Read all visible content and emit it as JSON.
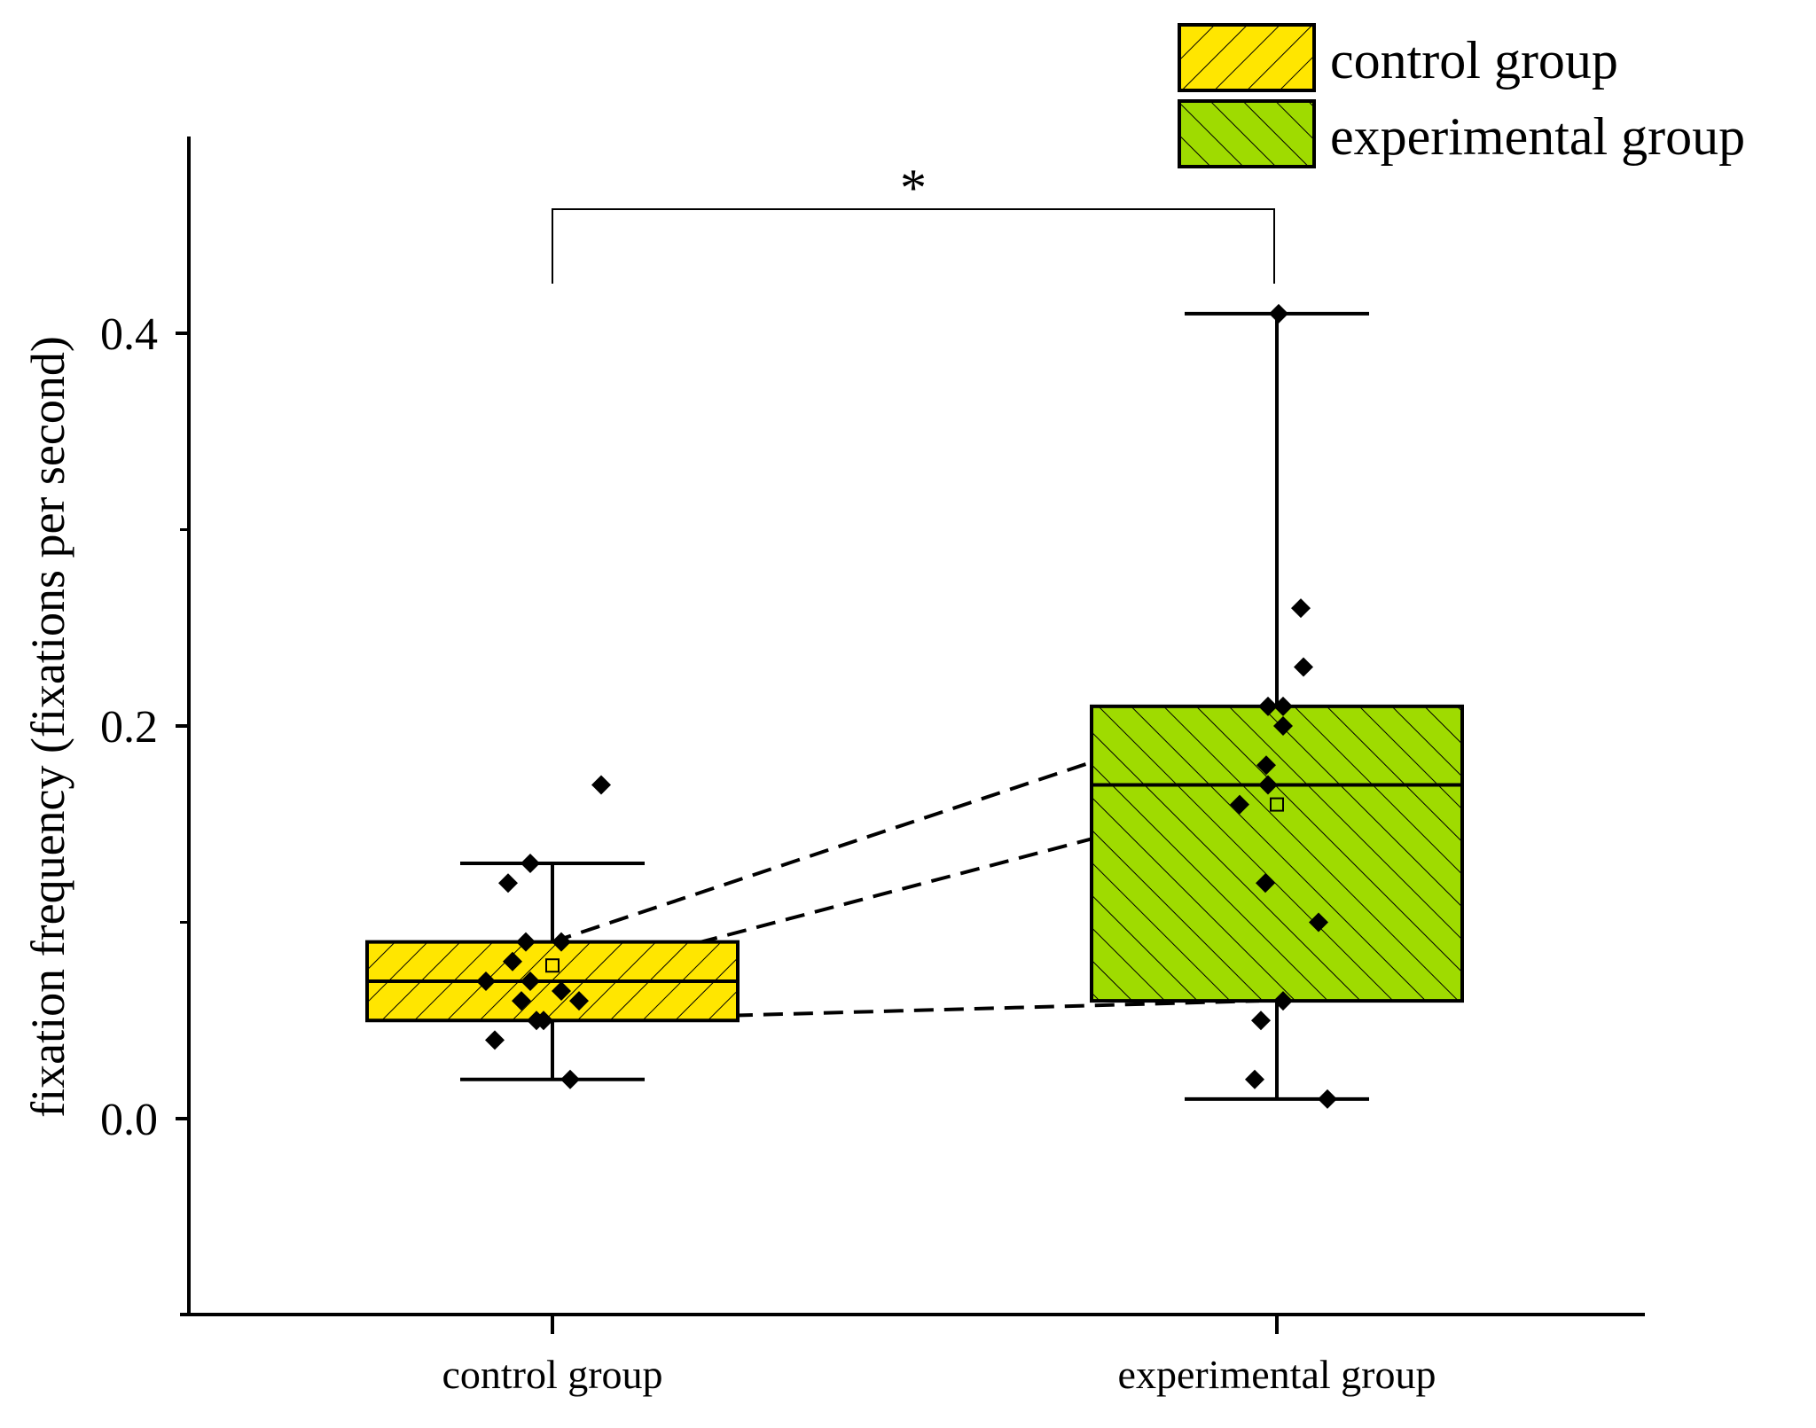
{
  "chart_data": {
    "type": "box",
    "ylabel": "fixation frequency (fixations per second)",
    "xlabel": "",
    "ylim": [
      -0.1,
      0.5
    ],
    "yticks": [
      "0.0",
      "0.2",
      "0.4"
    ],
    "ytick_values": [
      0.0,
      0.2,
      0.4
    ],
    "categories": [
      "control group",
      "experimental group"
    ],
    "legend": {
      "placement": "top-right",
      "entries": [
        "control group",
        "experimental group"
      ]
    },
    "significance": "*",
    "series": [
      {
        "name": "control group",
        "color": "#ffe600",
        "hatch": "forward",
        "whisker_low": 0.02,
        "q1": 0.05,
        "median": 0.07,
        "q3": 0.09,
        "whisker_high": 0.13,
        "mean": 0.078,
        "points": [
          0.17,
          0.13,
          0.12,
          0.09,
          0.09,
          0.08,
          0.07,
          0.07,
          0.065,
          0.06,
          0.06,
          0.05,
          0.05,
          0.04,
          0.02
        ]
      },
      {
        "name": "experimental group",
        "color": "#9fdb00",
        "hatch": "backward",
        "whisker_low": 0.01,
        "q1": 0.06,
        "median": 0.17,
        "q3": 0.21,
        "whisker_high": 0.41,
        "mean": 0.16,
        "points": [
          0.41,
          0.26,
          0.23,
          0.21,
          0.21,
          0.2,
          0.18,
          0.17,
          0.16,
          0.12,
          0.1,
          0.06,
          0.05,
          0.02,
          0.01
        ]
      }
    ],
    "paired_lines": [
      {
        "from": 0.09,
        "to": 0.21
      },
      {
        "from": 0.07,
        "to": 0.165
      },
      {
        "from": 0.05,
        "to": 0.06
      }
    ]
  }
}
